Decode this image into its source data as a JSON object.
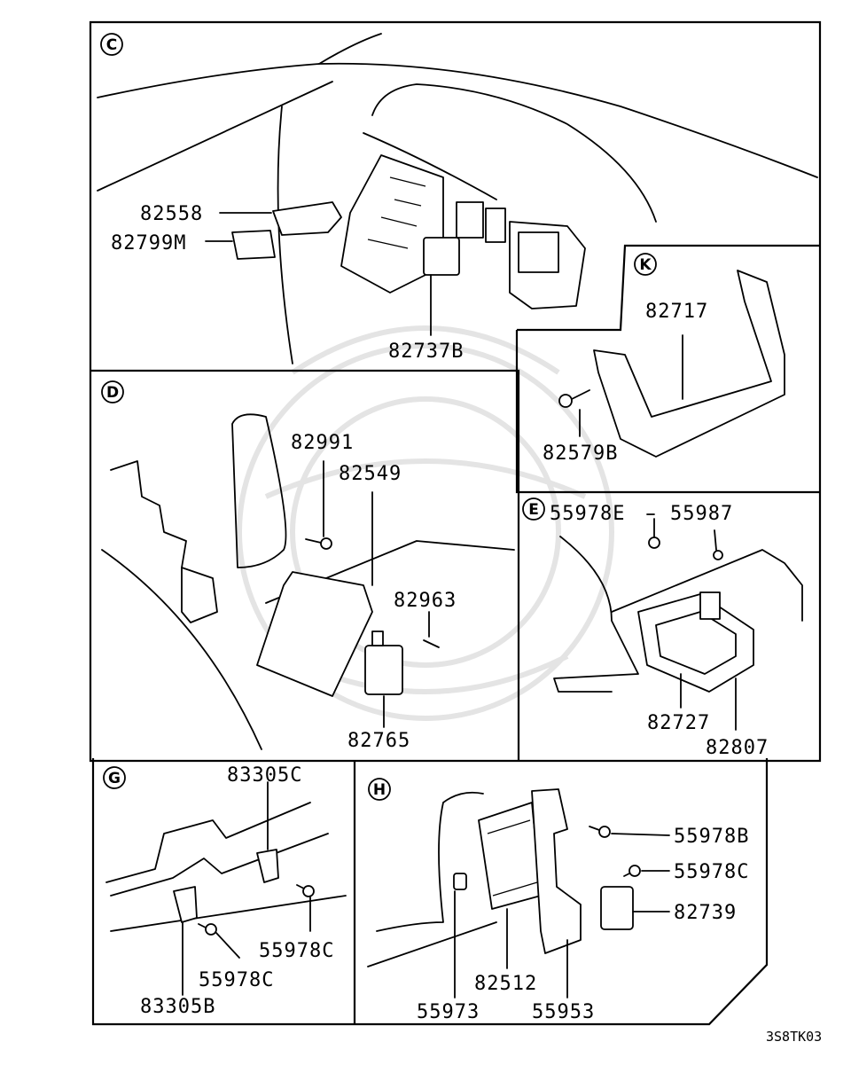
{
  "diagram_ref": "3S8TK03",
  "sections": {
    "C": {
      "letter": "C",
      "labels": [
        "82558",
        "82799M",
        "82737B"
      ]
    },
    "K": {
      "letter": "K",
      "labels": [
        "82717",
        "82579B"
      ]
    },
    "D": {
      "letter": "D",
      "labels": [
        "82991",
        "82549",
        "82963",
        "82765"
      ]
    },
    "E": {
      "letter": "E",
      "labels": [
        "55978E",
        "55987",
        "82727",
        "82807"
      ]
    },
    "G": {
      "letter": "G",
      "labels": [
        "83305C",
        "55978C",
        "55978C",
        "83305B"
      ]
    },
    "H": {
      "letter": "H",
      "labels": [
        "55978B",
        "55978C",
        "82739",
        "82512",
        "55973",
        "55953"
      ]
    }
  }
}
